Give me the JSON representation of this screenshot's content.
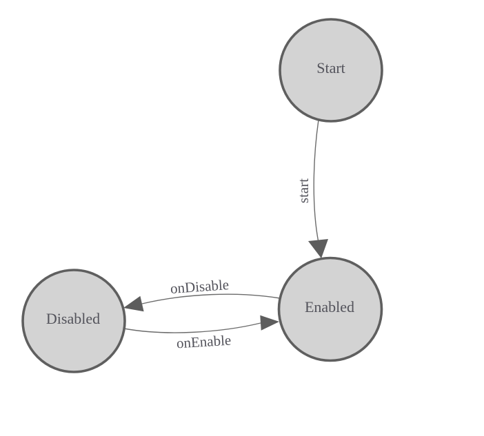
{
  "diagram": {
    "background_color": "#ffffff",
    "node_fill_color": "#d3d3d3",
    "node_border_color": "#5f5f5f",
    "edge_color": "#6b6b6b",
    "arrowhead_color": "#5d5d5d",
    "label_color": "#53535b",
    "nodes": [
      {
        "id": "start",
        "label": "Start"
      },
      {
        "id": "enabled",
        "label": "Enabled"
      },
      {
        "id": "disabled",
        "label": "Disabled"
      }
    ],
    "edges": [
      {
        "from": "Start",
        "to": "Enabled",
        "label": "start"
      },
      {
        "from": "Enabled",
        "to": "Disabled",
        "label": "onDisable"
      },
      {
        "from": "Disabled",
        "to": "Enabled",
        "label": "onEnable"
      }
    ]
  }
}
